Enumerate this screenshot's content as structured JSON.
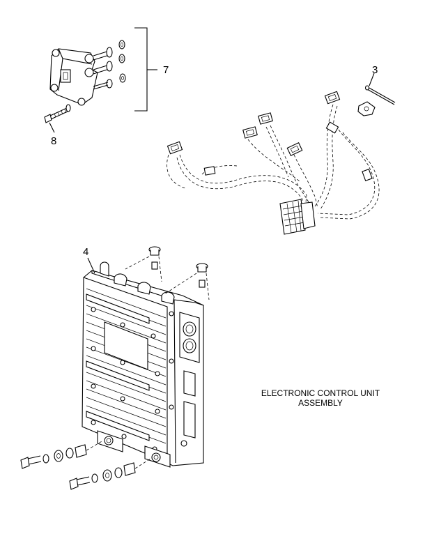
{
  "callouts": {
    "item_7": "7",
    "item_8": "8",
    "item_3": "3",
    "item_4": "4"
  },
  "caption": {
    "line1": "ELECTRONIC CONTROL UNIT",
    "line2": "ASSEMBLY"
  }
}
